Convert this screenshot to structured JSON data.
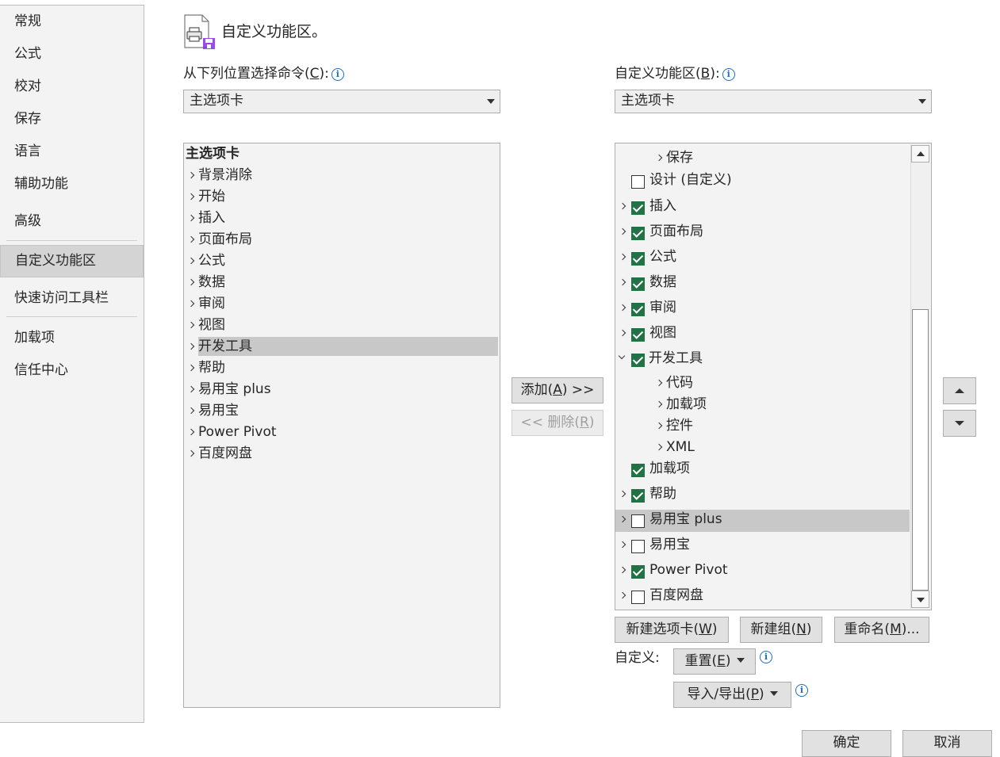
{
  "sidebar": {
    "items": [
      {
        "label": "常规"
      },
      {
        "label": "公式"
      },
      {
        "label": "校对"
      },
      {
        "label": "保存"
      },
      {
        "label": "语言"
      },
      {
        "label": "辅助功能"
      },
      {
        "label": "高级"
      },
      {
        "label": "自定义功能区",
        "selected": true
      },
      {
        "label": "快速访问工具栏"
      },
      {
        "label": "加载项"
      },
      {
        "label": "信任中心"
      }
    ]
  },
  "header": {
    "icon": "print-save-icon",
    "title": "自定义功能区。"
  },
  "left": {
    "label_text": "从下列位置选择命令(",
    "label_key": "C",
    "label_end": "):",
    "combo_value": "主选项卡",
    "list_header": "主选项卡",
    "items": [
      {
        "label": "背景消除"
      },
      {
        "label": "开始"
      },
      {
        "label": "插入"
      },
      {
        "label": "页面布局"
      },
      {
        "label": "公式"
      },
      {
        "label": "数据"
      },
      {
        "label": "审阅"
      },
      {
        "label": "视图"
      },
      {
        "label": "开发工具",
        "selected": true
      },
      {
        "label": "帮助"
      },
      {
        "label": "易用宝 plus"
      },
      {
        "label": "易用宝"
      },
      {
        "label": "Power Pivot"
      },
      {
        "label": "百度网盘"
      }
    ]
  },
  "middle": {
    "add_text": "添加(",
    "add_key": "A",
    "add_end": ") >>",
    "remove_text": "<< 删除(",
    "remove_key": "R",
    "remove_end": ")"
  },
  "right": {
    "label_text": "自定义功能区(",
    "label_key": "B",
    "label_end": "):",
    "combo_value": "主选项卡",
    "items": [
      {
        "label": "保存",
        "level": 2,
        "expander": "collapsed",
        "checkbox": null
      },
      {
        "label": "设计 (自定义)",
        "level": 1,
        "expander": null,
        "checkbox": false
      },
      {
        "label": "插入",
        "level": 1,
        "expander": "collapsed",
        "checkbox": true
      },
      {
        "label": "页面布局",
        "level": 1,
        "expander": "collapsed",
        "checkbox": true
      },
      {
        "label": "公式",
        "level": 1,
        "expander": "collapsed",
        "checkbox": true
      },
      {
        "label": "数据",
        "level": 1,
        "expander": "collapsed",
        "checkbox": true
      },
      {
        "label": "审阅",
        "level": 1,
        "expander": "collapsed",
        "checkbox": true
      },
      {
        "label": "视图",
        "level": 1,
        "expander": "collapsed",
        "checkbox": true
      },
      {
        "label": "开发工具",
        "level": 1,
        "expander": "expanded",
        "checkbox": true
      },
      {
        "label": "代码",
        "level": 2,
        "expander": "collapsed",
        "checkbox": null
      },
      {
        "label": "加载项",
        "level": 2,
        "expander": "collapsed",
        "checkbox": null
      },
      {
        "label": "控件",
        "level": 2,
        "expander": "collapsed",
        "checkbox": null
      },
      {
        "label": "XML",
        "level": 2,
        "expander": "collapsed",
        "checkbox": null
      },
      {
        "label": "加载项",
        "level": 1,
        "expander": null,
        "checkbox": true
      },
      {
        "label": "帮助",
        "level": 1,
        "expander": "collapsed",
        "checkbox": true
      },
      {
        "label": "易用宝 plus",
        "level": 1,
        "expander": "collapsed",
        "checkbox": false,
        "selected": true
      },
      {
        "label": "易用宝",
        "level": 1,
        "expander": "collapsed",
        "checkbox": false
      },
      {
        "label": "Power Pivot",
        "level": 1,
        "expander": "collapsed",
        "checkbox": true
      },
      {
        "label": "百度网盘",
        "level": 1,
        "expander": "collapsed",
        "checkbox": false
      }
    ],
    "new_tab_text": "新建选项卡(",
    "new_tab_key": "W",
    "new_tab_end": ")",
    "new_group_text": "新建组(",
    "new_group_key": "N",
    "new_group_end": ")",
    "rename_text": "重命名(",
    "rename_key": "M",
    "rename_end": ")...",
    "customize_label": "自定义:",
    "reset_text": "重置(",
    "reset_key": "E",
    "reset_end": ")",
    "import_text": "导入/导出(",
    "import_key": "P",
    "import_end": ")"
  },
  "footer": {
    "ok": "确定",
    "cancel": "取消"
  },
  "info_glyph": "i",
  "colors": {
    "check_green": "#217346",
    "info_blue": "#1a6fc4",
    "selection": "#c8c8c8"
  }
}
